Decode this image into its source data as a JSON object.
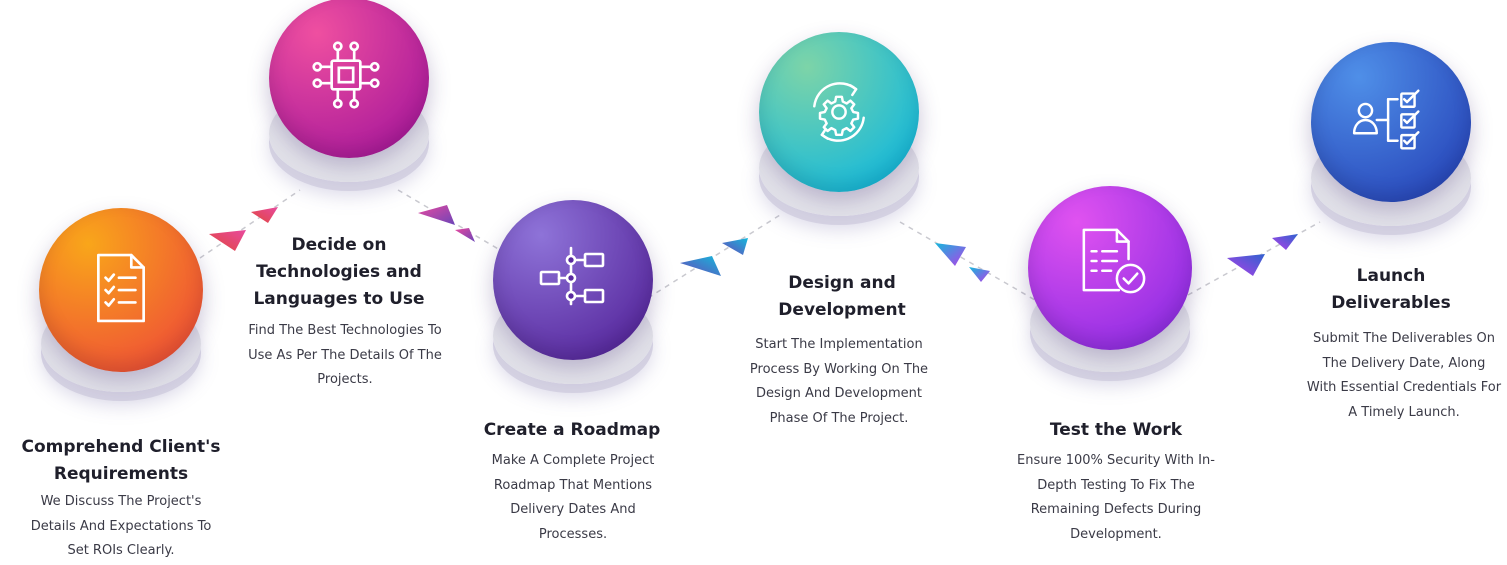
{
  "colors": {
    "step1": [
      "#f9a61a",
      "#ee4b38"
    ],
    "step2": [
      "#ef4fa0",
      "#a6179a"
    ],
    "step3": [
      "#8e73d8",
      "#54249a"
    ],
    "step4": [
      "#7dd4a8",
      "#0fb7de"
    ],
    "step5": [
      "#e052f0",
      "#8a2be2"
    ],
    "step6": [
      "#4f8fe8",
      "#2643b8"
    ]
  },
  "steps": [
    {
      "title": "Comprehend Client's Requirements",
      "description": "We Discuss The Project's Details And Expectations To Set ROIs Clearly.",
      "icon": "checklist-document-icon"
    },
    {
      "title": "Decide on Technologies and Languages to Use",
      "description": "Find The Best Technologies To Use As Per The Details Of The Projects.",
      "icon": "circuit-chip-icon"
    },
    {
      "title": "Create a Roadmap",
      "description": "Make A Complete Project Roadmap That Mentions Delivery Dates And Processes.",
      "icon": "roadmap-flow-icon"
    },
    {
      "title": "Design and Development",
      "description": "Start The Implementation Process By Working On The Design And Development Phase Of The Project.",
      "icon": "gear-cycle-icon"
    },
    {
      "title": "Test the Work",
      "description": "Ensure 100% Security With In-Depth Testing To Fix The Remaining Defects During Development.",
      "icon": "document-check-icon"
    },
    {
      "title": "Launch Deliverables",
      "description": "Submit The Deliverables On The Delivery Date, Along With Essential Credentials For A Timely Launch.",
      "icon": "user-tasks-icon"
    }
  ]
}
